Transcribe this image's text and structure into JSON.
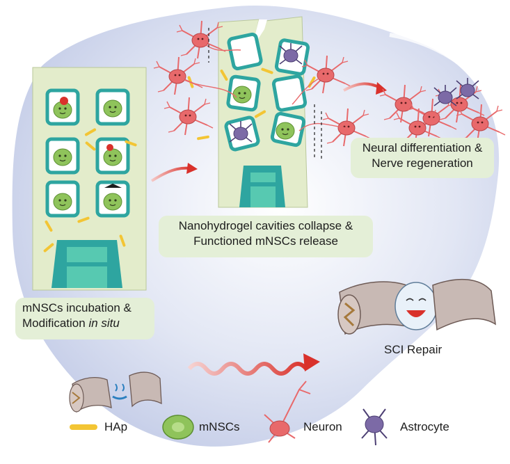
{
  "labels": {
    "incubation_line1": "mNSCs incubation &",
    "incubation_line2_prefix": "Modification ",
    "incubation_line2_italic": "in situ",
    "collapse_line1": "Nanohydrogel cavities collapse &",
    "collapse_line2": "Functioned mNSCs release",
    "differentiation_line1": "Neural differentiation &",
    "differentiation_line2": "Nerve regeneration",
    "sci_repair": "SCI Repair"
  },
  "legend": {
    "hap": "HAp",
    "mnscs": "mNSCs",
    "neuron": "Neuron",
    "astrocyte": "Astrocyte"
  },
  "colors": {
    "background_blob": "#c9d1ea",
    "panel_fill": "#e3eccb",
    "window_frame": "#2ea5a0",
    "neuron": "#e8696b",
    "astrocyte": "#7c6aa6",
    "mnsc": "#8fc35b",
    "hap": "#f3c534",
    "arrow": "#d9312b",
    "label_bg": "#e4efd7",
    "spinal_cord": "#c8b9b4"
  }
}
